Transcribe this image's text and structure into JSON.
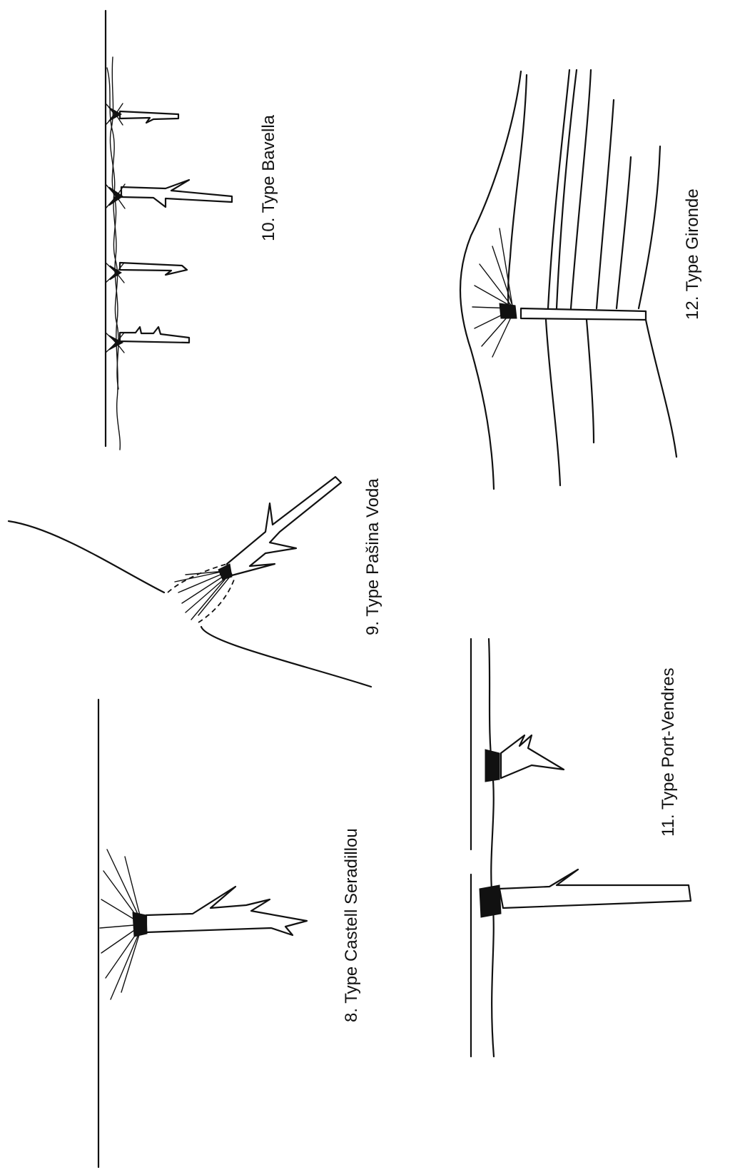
{
  "figures": [
    {
      "id": "fig8",
      "label": "8. Type Castell Seradillou"
    },
    {
      "id": "fig9",
      "label": "9. Type Pašina Voda"
    },
    {
      "id": "fig10",
      "label": "10. Type Bavella"
    },
    {
      "id": "fig11",
      "label": "11. Type Port-Vendres"
    },
    {
      "id": "fig12",
      "label": "12. Type Gironde"
    }
  ]
}
